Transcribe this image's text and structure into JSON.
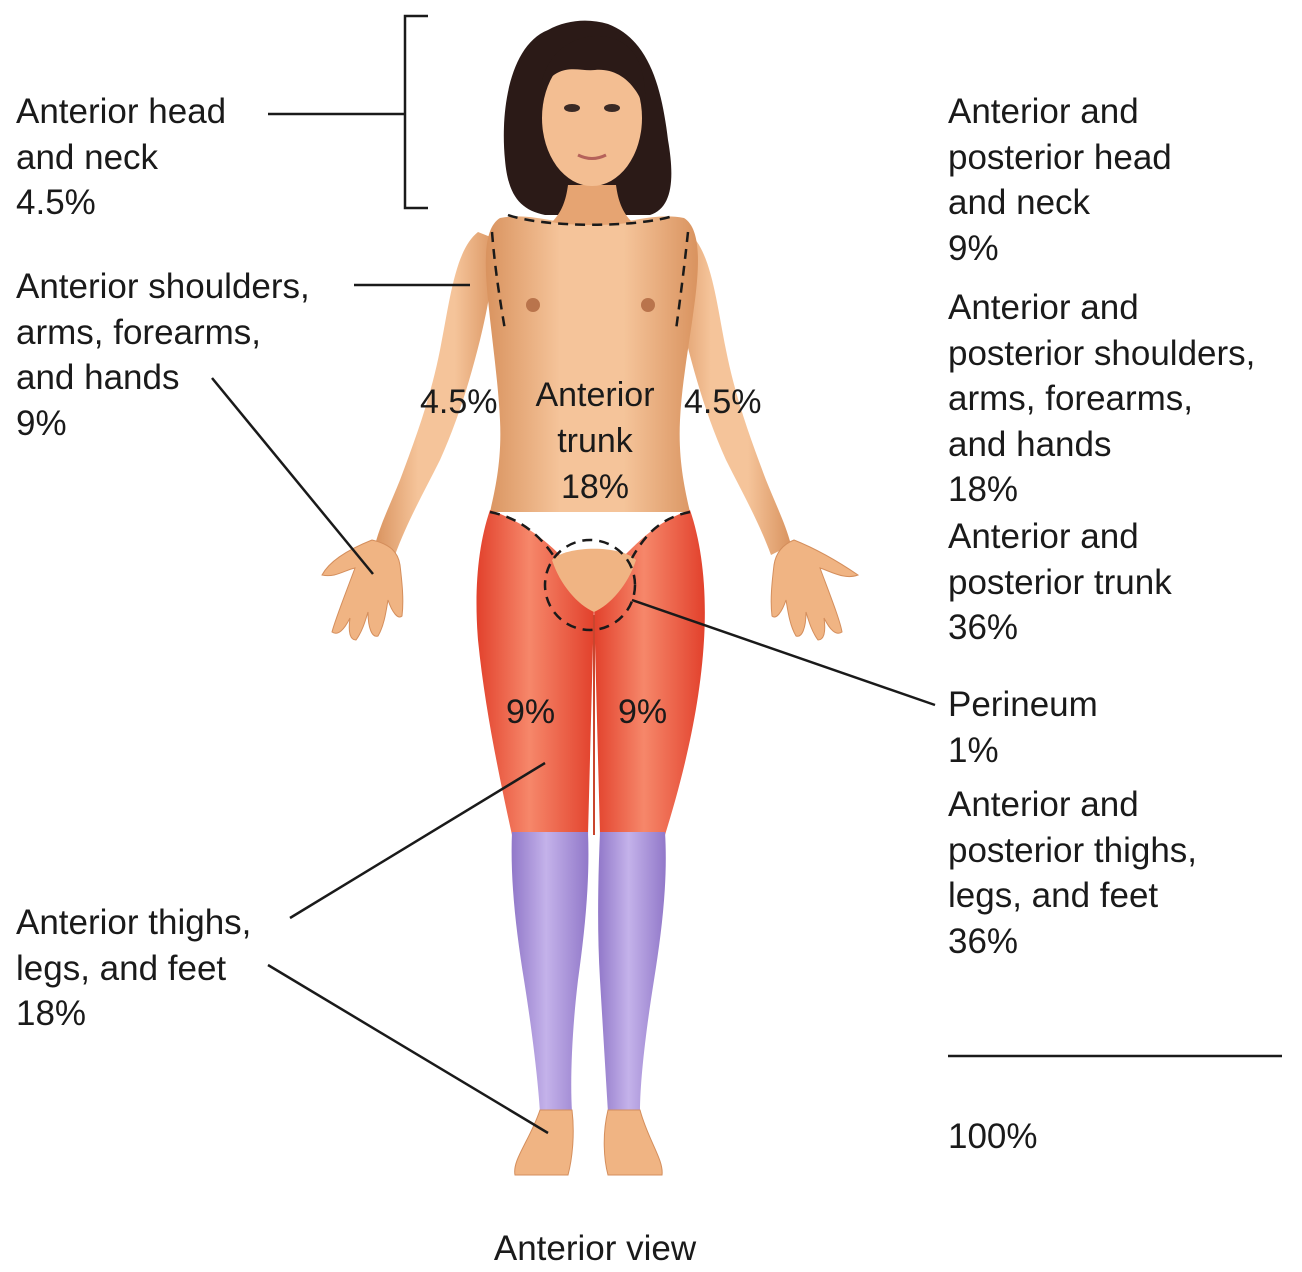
{
  "left_labels": {
    "head_neck": "Anterior head\nand neck\n4.5%",
    "arms": "Anterior shoulders,\narms, forearms,\nand hands\n9%",
    "legs": "Anterior thighs,\nlegs, and feet\n18%"
  },
  "body_labels": {
    "left_arm_pct": "4.5%",
    "right_arm_pct": "4.5%",
    "trunk": "Anterior\ntrunk\n18%",
    "left_thigh_pct": "9%",
    "right_thigh_pct": "9%"
  },
  "right_labels": {
    "head_neck": "Anterior and\nposterior head\nand neck\n9%",
    "arms": "Anterior and\nposterior shoulders,\narms, forearms,\nand hands\n18%",
    "trunk": "Anterior and\nposterior trunk\n36%",
    "perineum": "Perineum\n1%",
    "legs": "Anterior and\nposterior thighs,\nlegs, and feet\n36%"
  },
  "total": "100%",
  "caption": "Anterior view",
  "colors": {
    "skin": "#f0b483",
    "skin_shadow": "#d48e5c",
    "thighs": "#ee5a3e",
    "lower_legs": "#a98fd6",
    "hair": "#2b1a17",
    "line": "#1a1a1a"
  }
}
